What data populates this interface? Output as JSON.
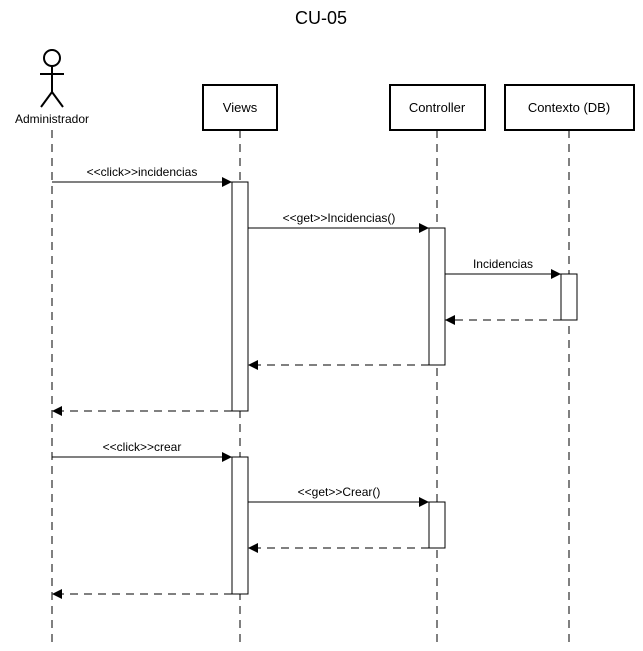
{
  "title": "CU-05",
  "participants": {
    "actor": {
      "label": "Administrador",
      "icon": "stick-figure-actor-icon"
    },
    "views": {
      "label": "Views"
    },
    "controller": {
      "label": "Controller"
    },
    "contexto": {
      "label": "Contexto (DB)"
    }
  },
  "messages": [
    {
      "label": "<<click>>incidencias",
      "from": "actor",
      "to": "views",
      "type": "call"
    },
    {
      "label": "<<get>>Incidencias()",
      "from": "views",
      "to": "controller",
      "type": "call"
    },
    {
      "label": "Incidencias",
      "from": "controller",
      "to": "contexto",
      "type": "call"
    },
    {
      "label": "",
      "from": "contexto",
      "to": "controller",
      "type": "return"
    },
    {
      "label": "",
      "from": "controller",
      "to": "views",
      "type": "return"
    },
    {
      "label": "",
      "from": "views",
      "to": "actor",
      "type": "return"
    },
    {
      "label": "<<click>>crear",
      "from": "actor",
      "to": "views",
      "type": "call"
    },
    {
      "label": "<<get>>Crear()",
      "from": "views",
      "to": "controller",
      "type": "call"
    },
    {
      "label": "",
      "from": "controller",
      "to": "views",
      "type": "return"
    },
    {
      "label": "",
      "from": "views",
      "to": "actor",
      "type": "return"
    }
  ],
  "colors": {
    "stroke": "#000000",
    "background": "#ffffff"
  }
}
